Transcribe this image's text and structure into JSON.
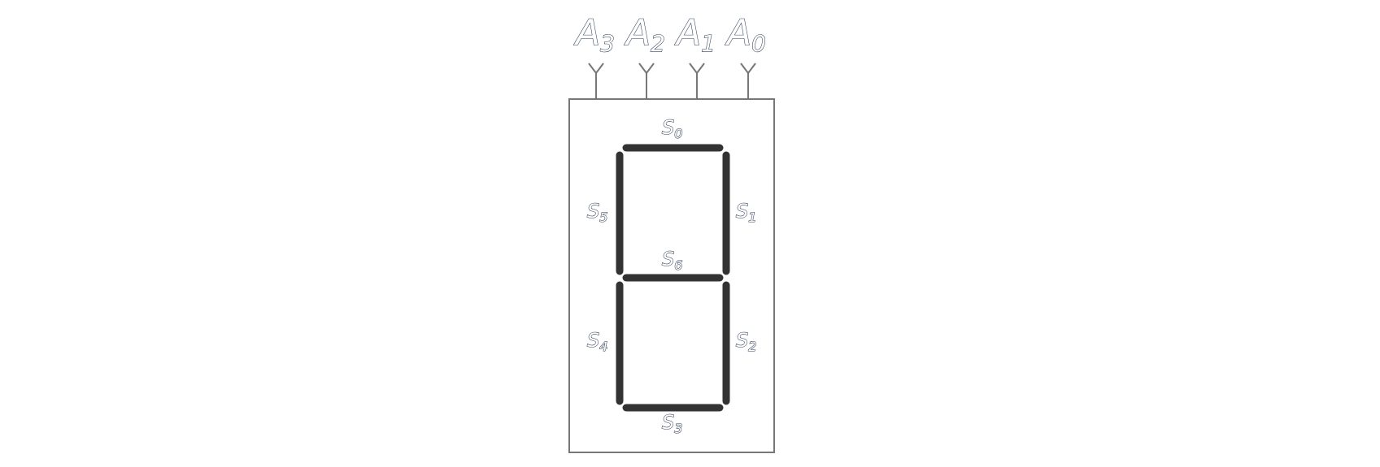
{
  "inputs": [
    {
      "id": "A3",
      "base": "A",
      "sub": "3"
    },
    {
      "id": "A2",
      "base": "A",
      "sub": "2"
    },
    {
      "id": "A1",
      "base": "A",
      "sub": "1"
    },
    {
      "id": "A0",
      "base": "A",
      "sub": "0"
    }
  ],
  "segments": [
    {
      "id": "S0",
      "base": "S",
      "sub": "0"
    },
    {
      "id": "S1",
      "base": "S",
      "sub": "1"
    },
    {
      "id": "S2",
      "base": "S",
      "sub": "2"
    },
    {
      "id": "S3",
      "base": "S",
      "sub": "3"
    },
    {
      "id": "S4",
      "base": "S",
      "sub": "4"
    },
    {
      "id": "S5",
      "base": "S",
      "sub": "5"
    },
    {
      "id": "S6",
      "base": "S",
      "sub": "6"
    }
  ],
  "colors": {
    "segment": "#333333",
    "frame": "#777777",
    "label_outline": "#2a3a55"
  }
}
